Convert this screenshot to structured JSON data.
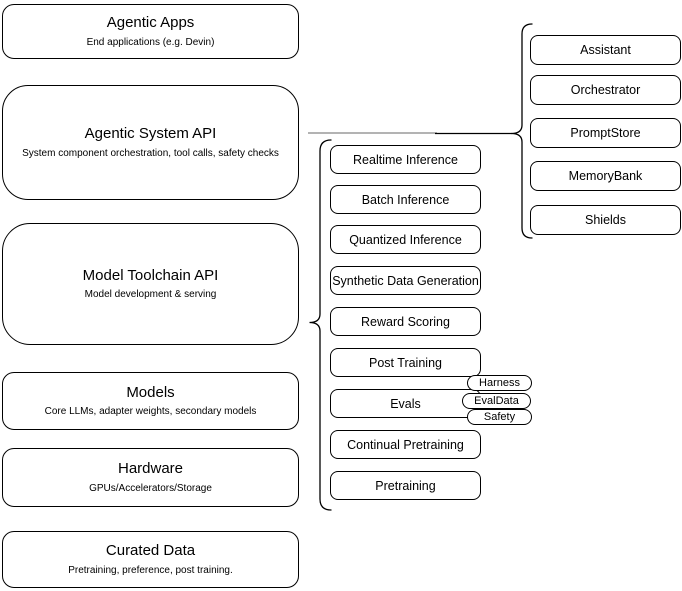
{
  "diagram": {
    "left_column": [
      {
        "title": "Agentic Apps",
        "subtitle": "End applications (e.g. Devin)"
      },
      {
        "title": "Agentic System API",
        "subtitle": "System component orchestration, tool calls, safety checks"
      },
      {
        "title": "Model Toolchain API",
        "subtitle": "Model development & serving"
      },
      {
        "title": "Models",
        "subtitle": "Core LLMs, adapter weights, secondary models"
      },
      {
        "title": "Hardware",
        "subtitle": "GPUs/Accelerators/Storage"
      },
      {
        "title": "Curated Data",
        "subtitle": "Pretraining, preference, post training."
      }
    ],
    "middle_column": [
      "Realtime Inference",
      "Batch Inference",
      "Quantized Inference",
      "Synthetic Data Generation",
      "Reward Scoring",
      "Post Training",
      "Evals",
      "Continual Pretraining",
      "Pretraining"
    ],
    "eval_tags": [
      "Harness",
      "EvalData",
      "Safety"
    ],
    "right_column": [
      "Assistant",
      "Orchestrator",
      "PromptStore",
      "MemoryBank",
      "Shields"
    ],
    "colors": {
      "box_fill": "#ffffff",
      "box_border": "#000000",
      "text": "#000000",
      "connector_gray": "#9a9a9a",
      "connector_black": "#000000"
    }
  }
}
